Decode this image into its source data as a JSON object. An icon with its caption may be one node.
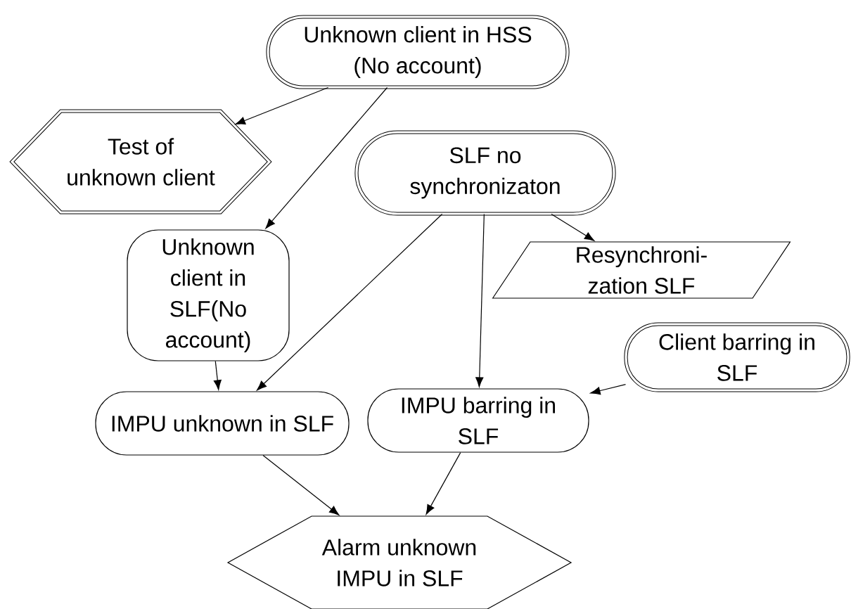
{
  "diagram": {
    "nodes": [
      {
        "text": [
          "Unknown client in HSS (No account)"
        ]
      },
      {
        "text": [
          "Test of unknown client"
        ]
      },
      {
        "text": [
          "SLF no synchronizaton"
        ]
      },
      {
        "text": [
          "Unknown client in SLF(No account)"
        ]
      },
      {
        "text": [
          "Resynchroni- zation SLF"
        ]
      },
      {
        "text": [
          "Client barring in SLF"
        ]
      },
      {
        "text": [
          "IMPU unknown in SLF"
        ]
      },
      {
        "text": [
          "IMPU barring in SLF"
        ]
      },
      {
        "text": [
          "Alarm unknown IMPU in SLF"
        ]
      }
    ],
    "edges": [
      {
        "from": 0,
        "to": 1,
        "arrow": "to"
      },
      {
        "from": 0,
        "to": 3,
        "arrow": "to"
      },
      {
        "from": 2,
        "to": 6,
        "arrow": "to"
      },
      {
        "from": 2,
        "to": 7,
        "arrow": "to"
      },
      {
        "from": 2,
        "to": 4,
        "arrow": "to"
      },
      {
        "from": 3,
        "to": 6,
        "arrow": "to"
      },
      {
        "from": 5,
        "to": 7,
        "arrow": "to"
      },
      {
        "from": 6,
        "to": 8,
        "arrow": "to"
      },
      {
        "from": 7,
        "to": 8,
        "arrow": "to"
      }
    ]
  }
}
